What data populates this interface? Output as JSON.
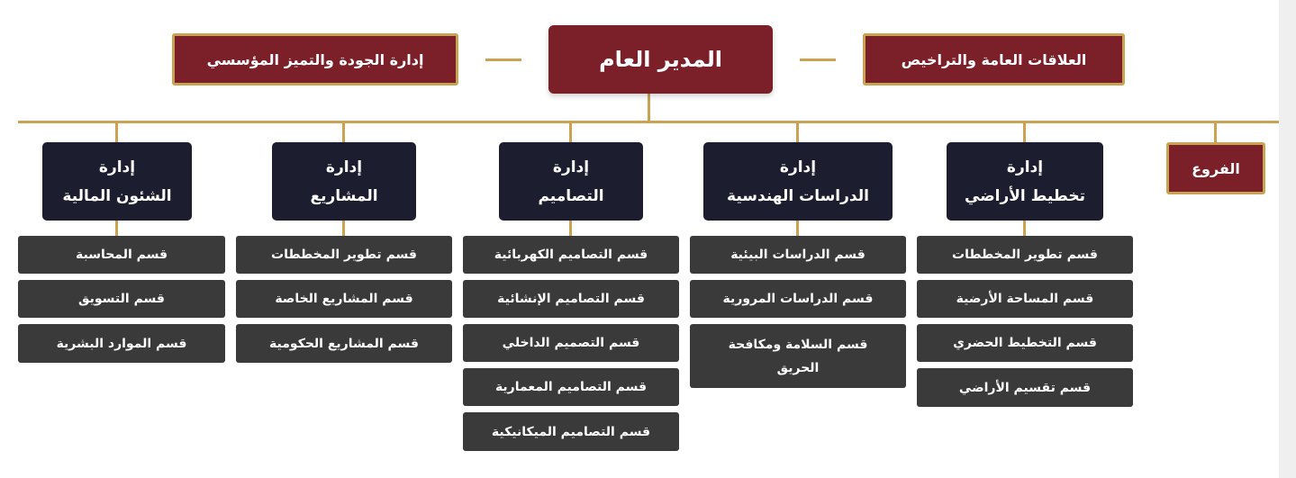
{
  "general_manager": "المدير العام",
  "quality_dept": "إدارة الجودة والتميز المؤسسي",
  "public_relations": "العلاقات العامة والتراخيص",
  "branches": "الفروع",
  "departments": [
    {
      "line1": "إدارة",
      "line2": "تخطيط الأراضي",
      "sections": [
        "قسم تطوير المخططات",
        "قسم المساحة الأرضية",
        "قسم التخطيط الحضري",
        "قسم تقسيم الأراضي"
      ]
    },
    {
      "line1": "إدارة",
      "line2": "الدراسات الهندسية",
      "sections": [
        "قسم الدراسات البيئية",
        "قسم الدراسات المرورية",
        "قسم السلامة ومكافحة الحريق"
      ]
    },
    {
      "line1": "إدارة",
      "line2": "التصاميم",
      "sections": [
        "قسم التصاميم الكهربائية",
        "قسم التصاميم الإنشائية",
        "قسم التصميم الداخلي",
        "قسم التصاميم المعمارية",
        "قسم التصاميم الميكانيكية"
      ]
    },
    {
      "line1": "إدارة",
      "line2": "المشاريع",
      "sections": [
        "قسم تطوير المخططات",
        "قسم المشاريع الخاصة",
        "قسم المشاريع الحكومية"
      ]
    },
    {
      "line1": "إدارة",
      "line2": "الشئون المالية",
      "sections": [
        "قسم المحاسبة",
        "قسم التسويق",
        "قسم الموارد البشرية"
      ]
    }
  ]
}
